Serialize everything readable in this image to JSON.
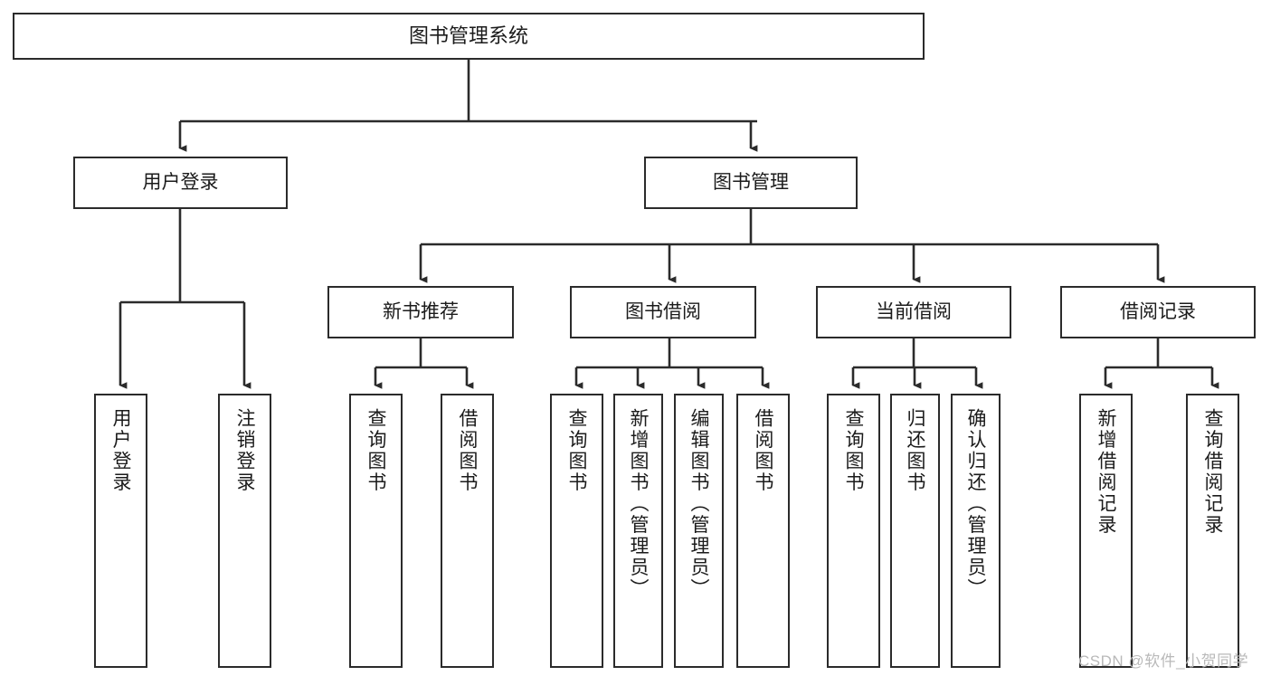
{
  "diagram": {
    "title": "图书管理系统",
    "type": "hierarchy-tree",
    "background_color": "#ffffff",
    "stroke_color": "#2b2b2b",
    "nodes": {
      "root": {
        "label": "图书管理系统"
      },
      "level2": [
        {
          "id": "user-login",
          "label": "用户登录"
        },
        {
          "id": "book-management",
          "label": "图书管理"
        }
      ],
      "level3": [
        {
          "id": "new-book-recommend",
          "label": "新书推荐"
        },
        {
          "id": "book-borrow",
          "label": "图书借阅"
        },
        {
          "id": "current-borrow",
          "label": "当前借阅"
        },
        {
          "id": "borrow-record",
          "label": "借阅记录"
        }
      ],
      "leaves": [
        {
          "id": "leaf-user-login",
          "label": "用户登录"
        },
        {
          "id": "leaf-logout-login",
          "label": "注销登录"
        },
        {
          "id": "leaf-query-book-1",
          "label": "查询图书"
        },
        {
          "id": "leaf-borrow-book-1",
          "label": "借阅图书"
        },
        {
          "id": "leaf-query-book-2",
          "label": "查询图书"
        },
        {
          "id": "leaf-add-book-admin",
          "label": "新增图书（管理员）"
        },
        {
          "id": "leaf-edit-book-admin",
          "label": "编辑图书（管理员）"
        },
        {
          "id": "leaf-borrow-book-2",
          "label": "借阅图书"
        },
        {
          "id": "leaf-query-book-3",
          "label": "查询图书"
        },
        {
          "id": "leaf-return-book",
          "label": "归还图书"
        },
        {
          "id": "leaf-confirm-return-admin",
          "label": "确认归还（管理员）"
        },
        {
          "id": "leaf-add-borrow-record",
          "label": "新增借阅记录"
        },
        {
          "id": "leaf-query-borrow-record",
          "label": "查询借阅记录"
        }
      ]
    },
    "watermark": "CSDN @软件_小贺同学"
  }
}
